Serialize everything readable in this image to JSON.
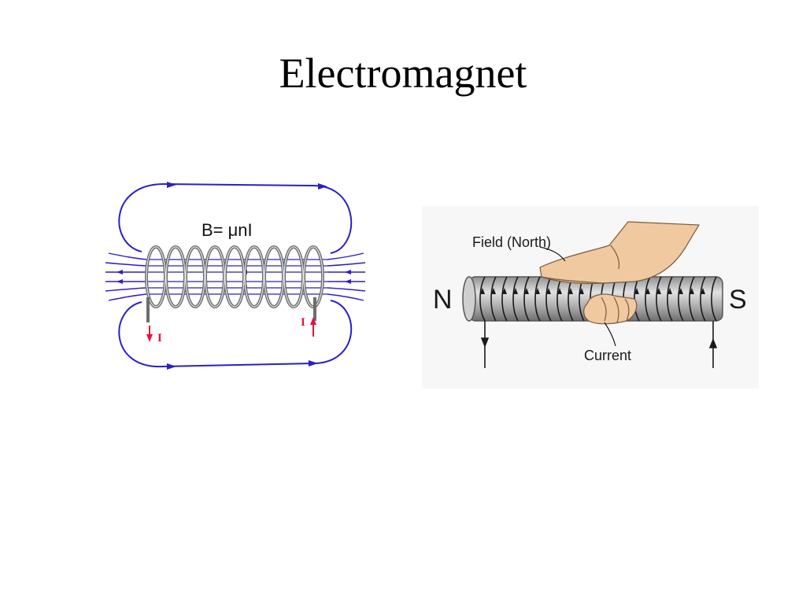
{
  "slide": {
    "title": "Electromagnet"
  },
  "solenoid_figure": {
    "formula": "B= μnI",
    "current_left": "I",
    "current_right": "I",
    "field_color": "#2a1fc8",
    "current_color": "#e8103c",
    "coil_color": "#6d6d6d"
  },
  "hand_rule_figure": {
    "pole_north": "N",
    "pole_south": "S",
    "label_field": "Field (North)",
    "label_current": "Current",
    "skin_color": "#f1c9a0",
    "rod_color": "#b9b9b9"
  }
}
